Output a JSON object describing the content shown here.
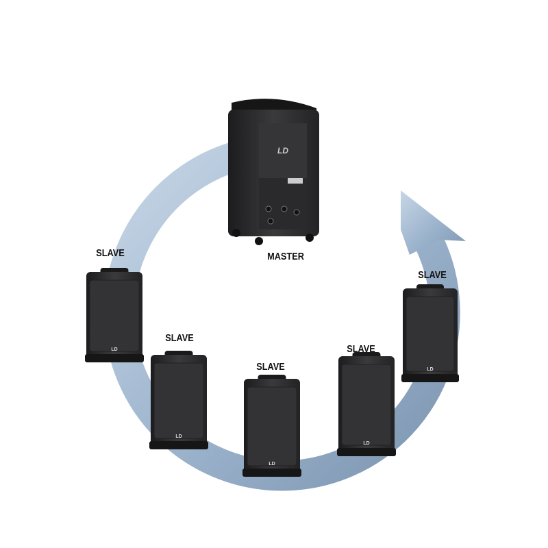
{
  "master": {
    "label": "MASTER",
    "logo": "LD"
  },
  "slaves": [
    {
      "label": "SLAVE",
      "logo": "LD"
    },
    {
      "label": "SLAVE",
      "logo": "LD"
    },
    {
      "label": "SLAVE",
      "logo": "LD"
    },
    {
      "label": "SLAVE",
      "logo": "LD"
    },
    {
      "label": "SLAVE",
      "logo": "LD"
    }
  ],
  "colors": {
    "arrow": "#a9bfd6",
    "arrow_shadow": "#7f98b3",
    "speaker": "#2b2b2d"
  }
}
